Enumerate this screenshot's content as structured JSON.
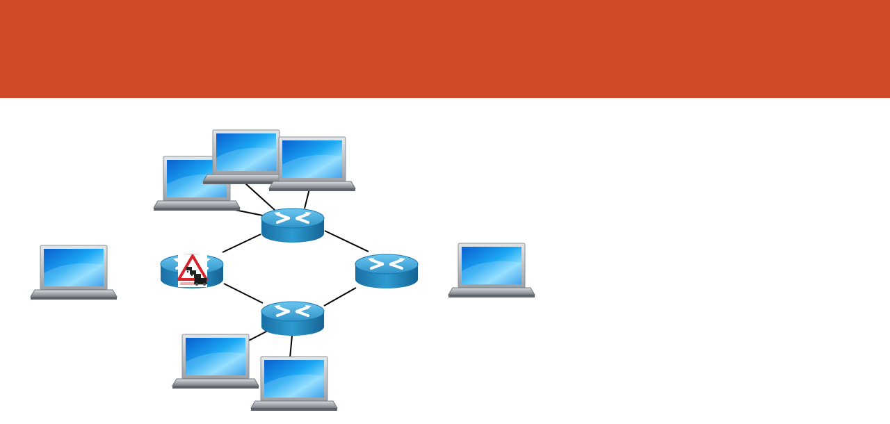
{
  "colors": {
    "header_band": "#d04a27",
    "background": "#ffffff",
    "link": "#000000",
    "router_top": "#3fa8d8",
    "router_side": "#1f7fb6",
    "screen": "#1fa0ee",
    "laptop_frame": "#c8ccd0",
    "warning_red": "#d8232a"
  },
  "header": {
    "title": ""
  },
  "diagram": {
    "nodes": [
      {
        "id": "laptop-far-left",
        "kind": "laptop-icon"
      },
      {
        "id": "laptop-top-1",
        "kind": "laptop-icon"
      },
      {
        "id": "laptop-top-2",
        "kind": "laptop-icon"
      },
      {
        "id": "laptop-top-3",
        "kind": "laptop-icon"
      },
      {
        "id": "laptop-bottom-1",
        "kind": "laptop-icon"
      },
      {
        "id": "laptop-bottom-2",
        "kind": "laptop-icon"
      },
      {
        "id": "laptop-right",
        "kind": "laptop-icon"
      },
      {
        "id": "router-top",
        "kind": "router-icon"
      },
      {
        "id": "router-left-congested",
        "kind": "router-icon",
        "badge": "traffic-jam-warning-icon"
      },
      {
        "id": "router-right",
        "kind": "router-icon"
      },
      {
        "id": "router-bottom",
        "kind": "router-icon"
      }
    ],
    "links": [
      [
        "router-top",
        "laptop-top-1"
      ],
      [
        "router-top",
        "laptop-top-2"
      ],
      [
        "router-top",
        "laptop-top-3"
      ],
      [
        "router-top",
        "router-left-congested"
      ],
      [
        "router-top",
        "router-right"
      ],
      [
        "router-bottom",
        "router-left-congested"
      ],
      [
        "router-bottom",
        "router-right"
      ],
      [
        "router-bottom",
        "laptop-bottom-1"
      ],
      [
        "router-bottom",
        "laptop-bottom-2"
      ]
    ]
  }
}
